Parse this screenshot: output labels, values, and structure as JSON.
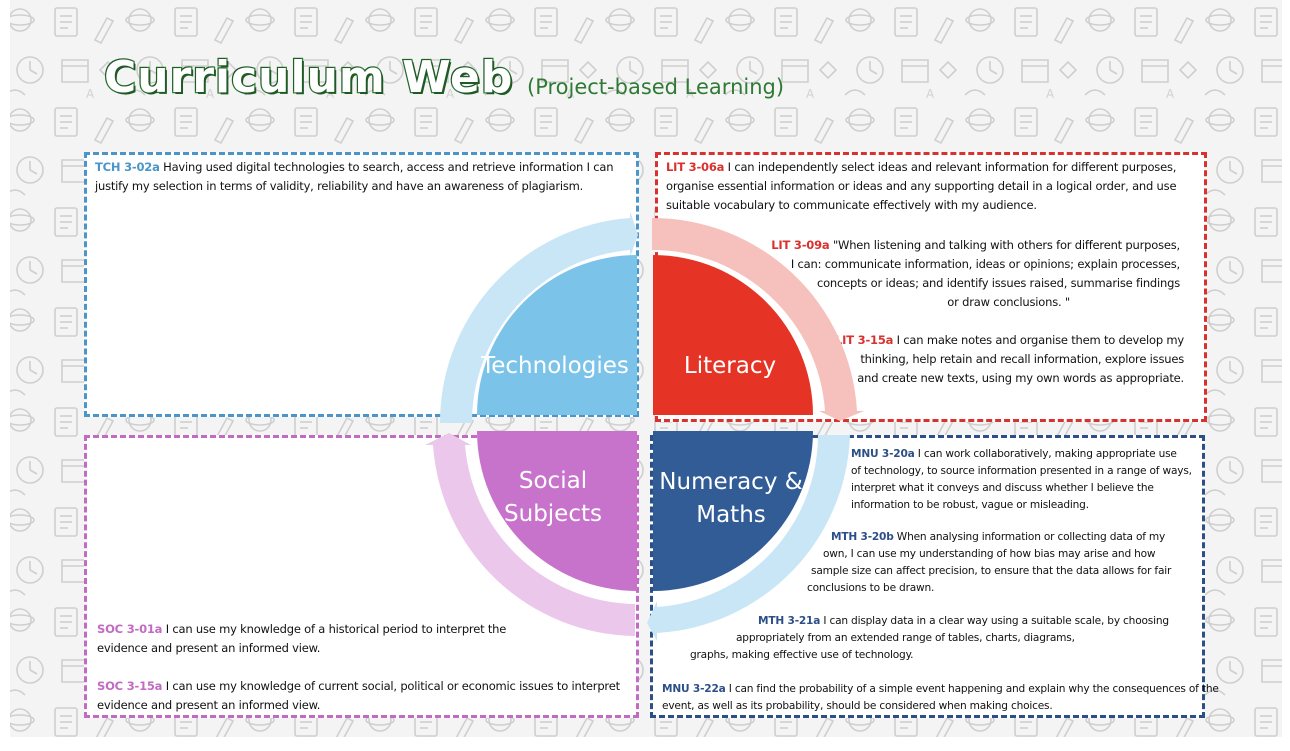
{
  "header": {
    "title": "Curriculum Web",
    "subtitle": "(Project-based Learning)"
  },
  "colors": {
    "technologies": "#7cc3ea",
    "literacy": "#e53426",
    "social": "#c873cb",
    "numeracy": "#325c96",
    "title_green": "#2f7a35"
  },
  "wheel": {
    "technologies": "Technologies",
    "literacy": "Literacy",
    "social_line1": "Social",
    "social_line2": "Subjects",
    "numeracy_line1": "Numeracy &",
    "numeracy_line2": "Maths"
  },
  "technologies": {
    "tch_3_02a": {
      "code": "TCH 3-02a",
      "line1": "Having used digital technologies to search, access and retrieve information I can",
      "line2": "justify my selection in terms of validity, reliability and have an awareness of plagiarism."
    }
  },
  "literacy": {
    "lit_3_06a": {
      "code": "LIT 3-06a",
      "line1": "I can independently select ideas and relevant information for different purposes,",
      "line2": "organise essential information or ideas and any supporting detail in a logical order, and use",
      "line3": "suitable vocabulary to communicate effectively with my audience."
    },
    "lit_3_09a": {
      "code": "LIT 3-09a",
      "line1": "\"When listening and talking with others for different purposes,",
      "line2": "I can: communicate information, ideas or opinions; explain processes,",
      "line3": "concepts or ideas; and identify issues raised, summarise findings",
      "line4": "or draw conclusions. \""
    },
    "lit_3_15a": {
      "code": "LIT 3-15a",
      "line1": "I can make notes and organise them to develop my",
      "line2": "thinking, help retain and recall information, explore issues",
      "line3": "and create new texts, using my own words as appropriate."
    }
  },
  "social": {
    "soc_3_01a": {
      "code": "SOC 3-01a",
      "line1": "I can use my knowledge of a historical period to interpret the",
      "line2": "evidence and present an informed view."
    },
    "soc_3_15a": {
      "code": "SOC 3-15a",
      "line1": "I can use my knowledge of current social, political or economic issues to interpret",
      "line2": "evidence and present an informed view."
    }
  },
  "numeracy": {
    "mnu_3_20a": {
      "code": "MNU 3-20a",
      "line1": "I can work collaboratively, making appropriate use",
      "line2": "of technology, to source information presented in a range of ways,",
      "line3": "interpret what it conveys and discuss whether I believe the",
      "line4": "information to be robust, vague or misleading."
    },
    "mth_3_20b": {
      "code": "MTH 3-20b",
      "line1": "When analysing information or collecting data of my",
      "line2": "own, I can use my understanding of how bias may arise and how",
      "line3": "sample size can affect precision, to ensure that the data allows for fair",
      "line4": "conclusions to be drawn."
    },
    "mth_3_21a": {
      "code": "MTH 3-21a",
      "line1": "I can display data in a clear way using a suitable scale, by choosing",
      "line2": "appropriately from an extended range of tables, charts, diagrams,",
      "line3": "graphs, making effective use of technology."
    },
    "mnu_3_22a": {
      "code": "MNU 3-22a",
      "line1": "I can find the probability of a simple event happening and explain why the consequences of the",
      "line2": "event, as well as its probability, should be considered when making choices."
    }
  }
}
